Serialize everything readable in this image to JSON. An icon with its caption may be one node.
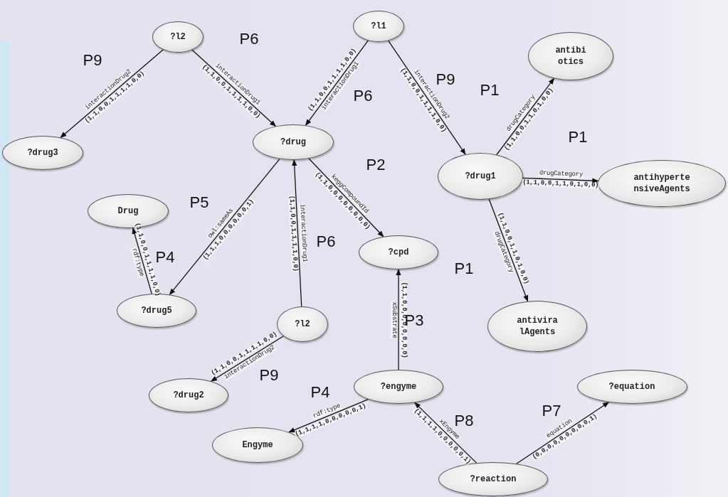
{
  "diagram": {
    "nodes": [
      {
        "text": [
          "?l2"
        ]
      },
      {
        "text": [
          "?l1"
        ]
      },
      {
        "text": [
          "antibi otics"
        ]
      },
      {
        "text": [
          "?drug3"
        ]
      },
      {
        "text": [
          "?drug"
        ]
      },
      {
        "text": [
          "?drug1"
        ]
      },
      {
        "text": [
          "antihyperte nsiveAgents"
        ]
      },
      {
        "text": [
          "Drug"
        ]
      },
      {
        "text": [
          "?cpd"
        ]
      },
      {
        "text": [
          "?drug5"
        ]
      },
      {
        "text": [
          "?l2"
        ]
      },
      {
        "text": [
          "antivira lAgents"
        ]
      },
      {
        "text": [
          "?drug2"
        ]
      },
      {
        "text": [
          "?engyme"
        ]
      },
      {
        "text": [
          "?equation"
        ]
      },
      {
        "text": [
          "Engyme"
        ]
      },
      {
        "text": [
          "?reaction"
        ]
      }
    ],
    "edges": [
      {
        "from": 0,
        "to": 3,
        "arrow": "to",
        "label": "interactionDrug2"
      },
      {
        "from": 0,
        "to": 4,
        "arrow": "to",
        "label": "interactionDrug1"
      },
      {
        "from": 1,
        "to": 4,
        "arrow": "to",
        "label": "interactionDrug1"
      },
      {
        "from": 1,
        "to": 5,
        "arrow": "to",
        "label": "interactionDrug2"
      },
      {
        "from": 5,
        "to": 2,
        "arrow": "to",
        "label": "drugCategory"
      },
      {
        "from": 5,
        "to": 6,
        "arrow": "to",
        "label": "drugCategory"
      },
      {
        "from": 5,
        "to": 11,
        "arrow": "to",
        "label": "drugCategory"
      },
      {
        "from": 4,
        "to": 8,
        "arrow": "to",
        "label": "keggCompoundId"
      },
      {
        "from": 4,
        "to": 9,
        "arrow": "to",
        "label": "owl:sameAs"
      },
      {
        "from": 10,
        "to": 4,
        "arrow": "to",
        "label": "interactionDrug1"
      },
      {
        "from": 9,
        "to": 7,
        "arrow": "to",
        "label": "rdf:type"
      },
      {
        "from": 10,
        "to": 12,
        "arrow": "to",
        "label": "interactionDrug2"
      },
      {
        "from": 13,
        "to": 8,
        "arrow": "to",
        "label": "xSubstrate"
      },
      {
        "from": 13,
        "to": 15,
        "arrow": "to",
        "label": "rdf:type"
      },
      {
        "from": 16,
        "to": 13,
        "arrow": "to",
        "label": "xEngyme"
      },
      {
        "from": 16,
        "to": 14,
        "arrow": "to",
        "label": "equation"
      }
    ],
    "labels": [
      "(1,1,0,0,1,1,1,1,0,0)",
      "P9",
      "(1,1,0,0,1,1,1,1,0,0)",
      "P6",
      "(1,1,0,0,1,1,1,1,0,0)",
      "P6",
      "(1,1,0,0,1,1,1,1,0,0)",
      "P9",
      "(1,1,0,0,1,1,0,1,0,0)",
      "P1",
      "(1,1,0,0,1,1,0,1,0,0)",
      "P1",
      "(1,1,0,0,1,1,0,1,0,0)",
      "P1",
      "(1,1,0,0,0,0,0,0,0,0)",
      "P2",
      "(1,1,1,0,0,0,0,0,0,1)",
      "P5",
      "(1,1,0,0,1,1,1,1,0,0)",
      "P6",
      "(1,1,0,0,1,1,1,1,0,0)",
      "P4",
      "(1,1,0,0,1,1,1,1,0,0)",
      "P9",
      "(1,1,0,0,0,0,0,0,0,0)",
      "P3",
      "(1,1,1,1,0,0,0,0,0,1)",
      "P4",
      "(1,1,1,1,0,0,0,0,0,1)",
      "P8",
      "(0,0,0,0,0,0,0,0,0,1)",
      "P7"
    ]
  }
}
